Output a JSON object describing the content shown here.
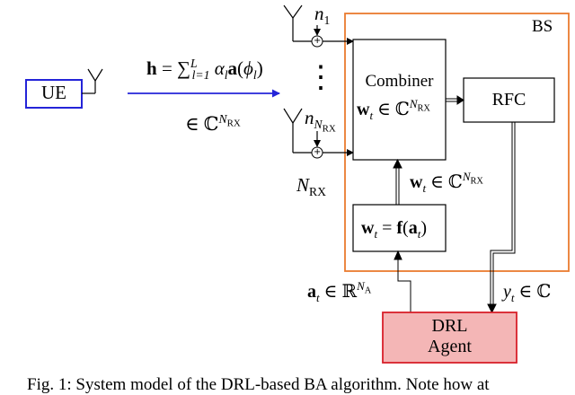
{
  "colors": {
    "bs_border": "#ea7b2f",
    "ue_border": "#2424d8",
    "channel_arrow": "#2424d8",
    "drl_fill": "#f4b6b6",
    "drl_border": "#d8202a"
  },
  "labels": {
    "ue": "UE",
    "bs": "BS",
    "combiner": "Combiner",
    "rfc": "RFC",
    "drl_line1": "DRL",
    "drl_line2": "Agent",
    "vdots": "⋮",
    "adder_plus": "+"
  },
  "math": {
    "channel_sum_upper": "L",
    "channel_sum_lower": "l=1",
    "channel_space": "ℂ",
    "channel_space_exp": "N",
    "channel_space_exp_sub": "RX",
    "noise1_sub": "1",
    "noise_n_sub": "N",
    "noise_n_sub2": "RX",
    "nrx_sub": "RX",
    "combiner_space": "ℂ",
    "combiner_exp": "N",
    "combiner_exp_sub": "RX",
    "w_space": "ℂ",
    "w_exp": "N",
    "w_exp_sub": "RX",
    "a_space": "ℝ",
    "a_exp": "N",
    "a_exp_sub": "A",
    "y_space": "ℂ"
  },
  "caption": "Fig. 1: System model of the DRL-based BA algorithm. Note how at"
}
